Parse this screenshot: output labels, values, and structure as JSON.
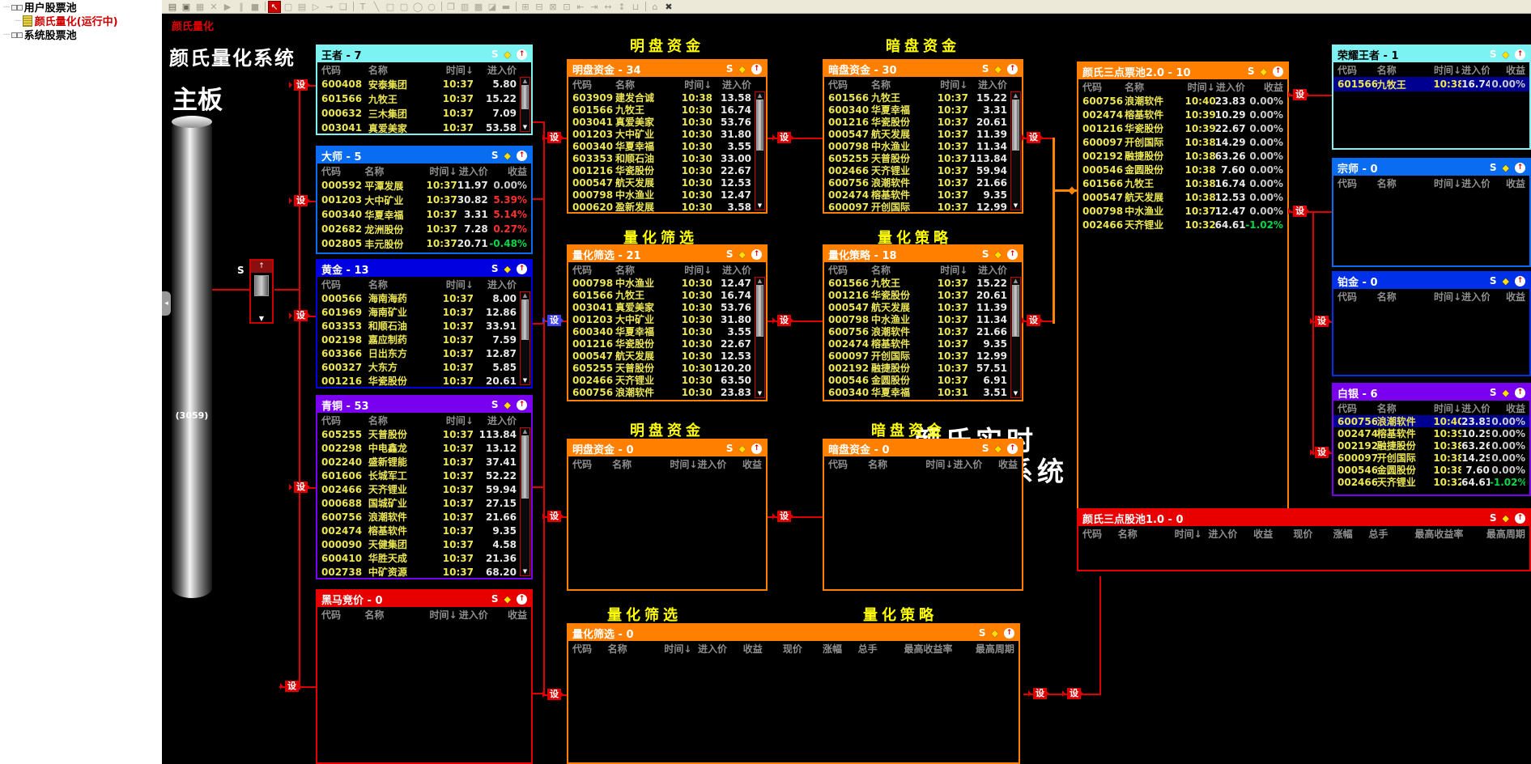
{
  "labels": {
    "she": "设",
    "s": "S",
    "diamond": "◆",
    "up": "↑",
    "collapse": "◂",
    "scroll_up": "▲",
    "scroll_down": "▼"
  },
  "texts": {
    "watermark": "颜氏量化",
    "system_title": "颜氏量化系统",
    "board": "主板",
    "pool_count": "(3059)",
    "big_line1": "颜氏实时",
    "big_line2": "量化交易系统"
  },
  "sidebar": {
    "items": [
      {
        "label": "用户股票池",
        "icon": "pool-icon",
        "style": "normal",
        "indent": 0
      },
      {
        "label": "颜氏量化(运行中)",
        "icon": "doc-icon",
        "style": "active",
        "indent": 1
      },
      {
        "label": "系统股票池",
        "icon": "pool-icon",
        "style": "normal",
        "indent": 0
      }
    ]
  },
  "toolbar": {
    "icons": [
      {
        "name": "script-icon",
        "glyph": "▤",
        "state": "normal"
      },
      {
        "name": "open-icon",
        "glyph": "▣",
        "state": "normal"
      },
      {
        "name": "save-icon",
        "glyph": "▦",
        "state": "disabled"
      },
      {
        "name": "close-panels-icon",
        "glyph": "✕",
        "state": "disabled"
      },
      {
        "name": "run-icon",
        "glyph": "▶",
        "state": "disabled"
      },
      {
        "name": "pause-icon",
        "glyph": "∥",
        "state": "disabled"
      },
      {
        "name": "stop-icon",
        "glyph": "■",
        "state": "disabled"
      },
      {
        "sep": true
      },
      {
        "name": "cursor-icon",
        "glyph": "↖",
        "state": "active"
      },
      {
        "name": "node-icon",
        "glyph": "▢",
        "state": "disabled"
      },
      {
        "name": "list-node-icon",
        "glyph": "▤",
        "state": "disabled"
      },
      {
        "name": "play-node-icon",
        "glyph": "▷",
        "state": "disabled"
      },
      {
        "name": "link-arrow-icon",
        "glyph": "→",
        "state": "disabled"
      },
      {
        "name": "copy-node-icon",
        "glyph": "❏",
        "state": "disabled"
      },
      {
        "sep": true
      },
      {
        "name": "text-tool-icon",
        "glyph": "T",
        "state": "disabled"
      },
      {
        "name": "line-tool-icon",
        "glyph": "╲",
        "state": "disabled"
      },
      {
        "name": "rect-tool-icon",
        "glyph": "□",
        "state": "disabled"
      },
      {
        "name": "roundrect-tool-icon",
        "glyph": "▢",
        "state": "disabled"
      },
      {
        "name": "ellipse-tool-icon",
        "glyph": "◯",
        "state": "disabled"
      },
      {
        "name": "circle-tool-icon",
        "glyph": "○",
        "state": "disabled"
      },
      {
        "sep": true
      },
      {
        "name": "copy-icon",
        "glyph": "❐",
        "state": "disabled"
      },
      {
        "name": "paste-icon",
        "glyph": "▥",
        "state": "disabled"
      },
      {
        "name": "delete-icon",
        "glyph": "▩",
        "state": "disabled"
      },
      {
        "name": "fill-icon",
        "glyph": "◪",
        "state": "disabled"
      },
      {
        "name": "dash-icon",
        "glyph": "▬",
        "state": "disabled"
      },
      {
        "sep": true
      },
      {
        "name": "align-left-icon",
        "glyph": "⊞",
        "state": "disabled"
      },
      {
        "name": "align-right-icon",
        "glyph": "⊟",
        "state": "disabled"
      },
      {
        "name": "align-center-icon",
        "glyph": "⊠",
        "state": "disabled"
      },
      {
        "name": "align-middle-icon",
        "glyph": "⊡",
        "state": "disabled"
      },
      {
        "name": "distribute-h-icon",
        "glyph": "⇤",
        "state": "disabled"
      },
      {
        "name": "distribute-v-icon",
        "glyph": "⇥",
        "state": "disabled"
      },
      {
        "name": "same-width-icon",
        "glyph": "↔",
        "state": "disabled"
      },
      {
        "name": "same-height-icon",
        "glyph": "↕",
        "state": "disabled"
      },
      {
        "name": "fit-size-icon",
        "glyph": "⊔",
        "state": "disabled"
      },
      {
        "sep": true
      },
      {
        "name": "theme-icon",
        "glyph": "⌂",
        "state": "disabled"
      },
      {
        "name": "close-icon",
        "glyph": "✖",
        "state": "strong"
      }
    ]
  },
  "section_titles": [
    "明盘资金",
    "暗盘资金",
    "量化筛选",
    "量化策略",
    "明盘资金",
    "暗盘资金",
    "量化筛选",
    "量化策略"
  ],
  "columns": {
    "c4": [
      "代码",
      "名称",
      "时间↓",
      "进入价"
    ],
    "c5": [
      "代码",
      "名称",
      "时间↓",
      "进入价",
      "收益"
    ],
    "c10": [
      "代码",
      "名称",
      "时间↓",
      "进入价",
      "收益",
      "现价",
      "涨幅",
      "总手",
      "最高收益率",
      "最高周期"
    ]
  },
  "panels": {
    "wangzhe": {
      "name": "王者",
      "count": 7,
      "theme": "cyan",
      "cols": "c4",
      "sb": true,
      "rows": [
        [
          "600408",
          "安泰集团",
          "10:37",
          "5.80"
        ],
        [
          "601566",
          "九牧王",
          "10:37",
          "15.22"
        ],
        [
          "000632",
          "三木集团",
          "10:37",
          "7.09"
        ],
        [
          "003041",
          "真爱美家",
          "10:37",
          "53.58"
        ]
      ]
    },
    "dashi": {
      "name": "大师",
      "count": 5,
      "theme": "blue",
      "cols": "c5",
      "sb": false,
      "rows": [
        [
          "000592",
          "平潭发展",
          "10:37",
          "11.97",
          "0.00%"
        ],
        [
          "001203",
          "大中矿业",
          "10:37",
          "30.82",
          "5.39%"
        ],
        [
          "600340",
          "华夏幸福",
          "10:37",
          "3.31",
          "5.14%"
        ],
        [
          "002682",
          "龙洲股份",
          "10:37",
          "7.28",
          "0.27%"
        ],
        [
          "002805",
          "丰元股份",
          "10:37",
          "20.71",
          "-0.48%"
        ]
      ]
    },
    "huangjin": {
      "name": "黄金",
      "count": 13,
      "theme": "navy",
      "cols": "c4",
      "sb": true,
      "rows": [
        [
          "000566",
          "海南海药",
          "10:37",
          "8.00"
        ],
        [
          "601969",
          "海南矿业",
          "10:37",
          "12.86"
        ],
        [
          "603353",
          "和顺石油",
          "10:37",
          "33.91"
        ],
        [
          "002198",
          "嘉应制药",
          "10:37",
          "7.59"
        ],
        [
          "603366",
          "日出东方",
          "10:37",
          "12.87"
        ],
        [
          "600327",
          "大东方",
          "10:37",
          "5.85"
        ],
        [
          "001216",
          "华瓷股份",
          "10:37",
          "20.61"
        ]
      ]
    },
    "qingtong": {
      "name": "青铜",
      "count": 53,
      "theme": "purple",
      "cols": "c4",
      "sb": true,
      "rows": [
        [
          "605255",
          "天普股份",
          "10:37",
          "113.84"
        ],
        [
          "002298",
          "中电鑫龙",
          "10:37",
          "13.12"
        ],
        [
          "002240",
          "盛新锂能",
          "10:37",
          "37.41"
        ],
        [
          "601606",
          "长城军工",
          "10:37",
          "52.22"
        ],
        [
          "002466",
          "天齐锂业",
          "10:37",
          "59.94"
        ],
        [
          "000688",
          "国城矿业",
          "10:37",
          "27.15"
        ],
        [
          "600756",
          "浪潮软件",
          "10:37",
          "21.66"
        ],
        [
          "002474",
          "榕基软件",
          "10:37",
          "9.35"
        ],
        [
          "000090",
          "天健集团",
          "10:37",
          "4.58"
        ],
        [
          "600410",
          "华胜天成",
          "10:37",
          "21.36"
        ],
        [
          "002738",
          "中矿资源",
          "10:37",
          "68.20"
        ]
      ]
    },
    "heima": {
      "name": "黑马竞价",
      "count": 0,
      "theme": "red",
      "cols": "c5",
      "sb": false,
      "rows": []
    },
    "mingpan34": {
      "name": "明盘资金",
      "count": 34,
      "theme": "orange",
      "cols": "c4",
      "sb": true,
      "rows": [
        [
          "603909",
          "建发合诚",
          "10:38",
          "13.58"
        ],
        [
          "601566",
          "九牧王",
          "10:30",
          "16.74"
        ],
        [
          "003041",
          "真爱美家",
          "10:30",
          "53.76"
        ],
        [
          "001203",
          "大中矿业",
          "10:30",
          "31.80"
        ],
        [
          "600340",
          "华夏幸福",
          "10:30",
          "3.55"
        ],
        [
          "603353",
          "和顺石油",
          "10:30",
          "33.00"
        ],
        [
          "001216",
          "华瓷股份",
          "10:30",
          "22.67"
        ],
        [
          "000547",
          "航天发展",
          "10:30",
          "12.53"
        ],
        [
          "000798",
          "中水渔业",
          "10:30",
          "12.47"
        ],
        [
          "000620",
          "盈新发展",
          "10:30",
          "3.58"
        ]
      ]
    },
    "anpan30": {
      "name": "暗盘资金",
      "count": 30,
      "theme": "orange",
      "cols": "c4",
      "sb": true,
      "rows": [
        [
          "601566",
          "九牧王",
          "10:37",
          "15.22"
        ],
        [
          "600340",
          "华夏幸福",
          "10:37",
          "3.31"
        ],
        [
          "001216",
          "华瓷股份",
          "10:37",
          "20.61"
        ],
        [
          "000547",
          "航天发展",
          "10:37",
          "11.39"
        ],
        [
          "000798",
          "中水渔业",
          "10:37",
          "11.34"
        ],
        [
          "605255",
          "天普股份",
          "10:37",
          "113.84"
        ],
        [
          "002466",
          "天齐锂业",
          "10:37",
          "59.94"
        ],
        [
          "600756",
          "浪潮软件",
          "10:37",
          "21.66"
        ],
        [
          "002474",
          "榕基软件",
          "10:37",
          "9.35"
        ],
        [
          "600097",
          "开创国际",
          "10:37",
          "12.99"
        ]
      ]
    },
    "shaixuan21": {
      "name": "量化筛选",
      "count": 21,
      "theme": "orange",
      "cols": "c4",
      "sb": true,
      "rows": [
        [
          "000798",
          "中水渔业",
          "10:30",
          "12.47"
        ],
        [
          "601566",
          "九牧王",
          "10:30",
          "16.74"
        ],
        [
          "003041",
          "真爱美家",
          "10:30",
          "53.76"
        ],
        [
          "001203",
          "大中矿业",
          "10:30",
          "31.80"
        ],
        [
          "600340",
          "华夏幸福",
          "10:30",
          "3.55"
        ],
        [
          "001216",
          "华瓷股份",
          "10:30",
          "22.67"
        ],
        [
          "000547",
          "航天发展",
          "10:30",
          "12.53"
        ],
        [
          "605255",
          "天普股份",
          "10:30",
          "120.20"
        ],
        [
          "002466",
          "天齐锂业",
          "10:30",
          "63.50"
        ],
        [
          "600756",
          "浪潮软件",
          "10:30",
          "23.83"
        ]
      ]
    },
    "celue18": {
      "name": "量化策略",
      "count": 18,
      "theme": "orange",
      "cols": "c4",
      "sb": true,
      "rows": [
        [
          "601566",
          "九牧王",
          "10:37",
          "15.22"
        ],
        [
          "001216",
          "华瓷股份",
          "10:37",
          "20.61"
        ],
        [
          "000547",
          "航天发展",
          "10:37",
          "11.39"
        ],
        [
          "000798",
          "中水渔业",
          "10:37",
          "11.34"
        ],
        [
          "600756",
          "浪潮软件",
          "10:37",
          "21.66"
        ],
        [
          "002474",
          "榕基软件",
          "10:37",
          "9.35"
        ],
        [
          "600097",
          "开创国际",
          "10:37",
          "12.99"
        ],
        [
          "002192",
          "融捷股份",
          "10:37",
          "57.51"
        ],
        [
          "000546",
          "金圆股份",
          "10:37",
          "6.91"
        ],
        [
          "600340",
          "华夏幸福",
          "10:31",
          "3.51"
        ]
      ]
    },
    "mingpan0": {
      "name": "明盘资金",
      "count": 0,
      "theme": "orange",
      "cols": "c5",
      "sb": false,
      "rows": []
    },
    "anpan0": {
      "name": "暗盘资金",
      "count": 0,
      "theme": "orange",
      "cols": "c5",
      "sb": false,
      "rows": []
    },
    "shaixuan0": {
      "name": "量化筛选",
      "count": 0,
      "theme": "orange",
      "cols": "c10",
      "sb": false,
      "rows": []
    },
    "piaochi20": {
      "name": "颜氏三点票池2.0",
      "count": 10,
      "theme": "orange",
      "cols": "c5",
      "sb": false,
      "rows": [
        [
          "600756",
          "浪潮软件",
          "10:40",
          "23.83",
          "0.00%"
        ],
        [
          "002474",
          "榕基软件",
          "10:39",
          "10.29",
          "0.00%"
        ],
        [
          "001216",
          "华瓷股份",
          "10:39",
          "22.67",
          "0.00%"
        ],
        [
          "600097",
          "开创国际",
          "10:38",
          "14.29",
          "0.00%"
        ],
        [
          "002192",
          "融捷股份",
          "10:38",
          "63.26",
          "0.00%"
        ],
        [
          "000546",
          "金圆股份",
          "10:38",
          "7.60",
          "0.00%"
        ],
        [
          "601566",
          "九牧王",
          "10:38",
          "16.74",
          "0.00%"
        ],
        [
          "000547",
          "航天发展",
          "10:38",
          "12.53",
          "0.00%"
        ],
        [
          "000798",
          "中水渔业",
          "10:37",
          "12.47",
          "0.00%"
        ],
        [
          "002466",
          "天齐锂业",
          "10:32",
          "64.61",
          "-1.02%"
        ]
      ]
    },
    "rongyao": {
      "name": "荣耀王者",
      "count": 1,
      "theme": "cyan",
      "cols": "c5",
      "sb": false,
      "sel": 0,
      "rows": [
        [
          "601566",
          "九牧王",
          "10:38",
          "16.74",
          "0.00%"
        ]
      ]
    },
    "zongshi": {
      "name": "宗师",
      "count": 0,
      "theme": "blue",
      "cols": "c5",
      "sb": false,
      "rows": []
    },
    "bojin": {
      "name": "铂金",
      "count": 0,
      "theme": "navy2",
      "cols": "c5",
      "sb": false,
      "rows": []
    },
    "baiyin": {
      "name": "白银",
      "count": 6,
      "theme": "purple",
      "cols": "c5",
      "sb": false,
      "sel": 0,
      "rows": [
        [
          "600756",
          "浪潮软件",
          "10:40",
          "23.83",
          "0.00%"
        ],
        [
          "002474",
          "榕基软件",
          "10:39",
          "10.29",
          "0.00%"
        ],
        [
          "002192",
          "融捷股份",
          "10:38",
          "63.26",
          "0.00%"
        ],
        [
          "600097",
          "开创国际",
          "10:38",
          "14.29",
          "0.00%"
        ],
        [
          "000546",
          "金圆股份",
          "10:38",
          "7.60",
          "0.00%"
        ],
        [
          "002466",
          "天齐锂业",
          "10:32",
          "64.61",
          "-1.02%"
        ]
      ]
    },
    "gupi10": {
      "name": "颜氏三点股池1.0",
      "count": 0,
      "theme": "red",
      "cols": "c10",
      "sb": false,
      "rows": []
    }
  }
}
